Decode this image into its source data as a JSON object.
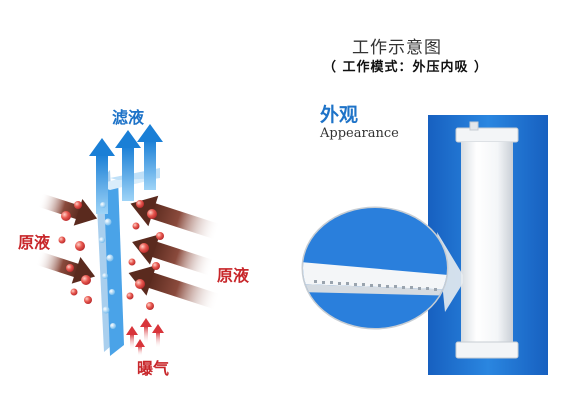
{
  "header": {
    "title": "工作示意图",
    "subtitle": "（ 工作模式：外压内吸 ）"
  },
  "diagram": {
    "filtrate_label": "滤液",
    "raw_liquid_left_label": "原液",
    "raw_liquid_right_label": "原液",
    "aeration_label": "曝气"
  },
  "appearance": {
    "label_cn": "外观",
    "label_en": "Appearance"
  },
  "colors": {
    "filtrate_blue": "#1e73c8",
    "raw_red": "#c8272b",
    "panel_blue": "#1a6fd1",
    "arrow_brown": "#6a3226"
  }
}
